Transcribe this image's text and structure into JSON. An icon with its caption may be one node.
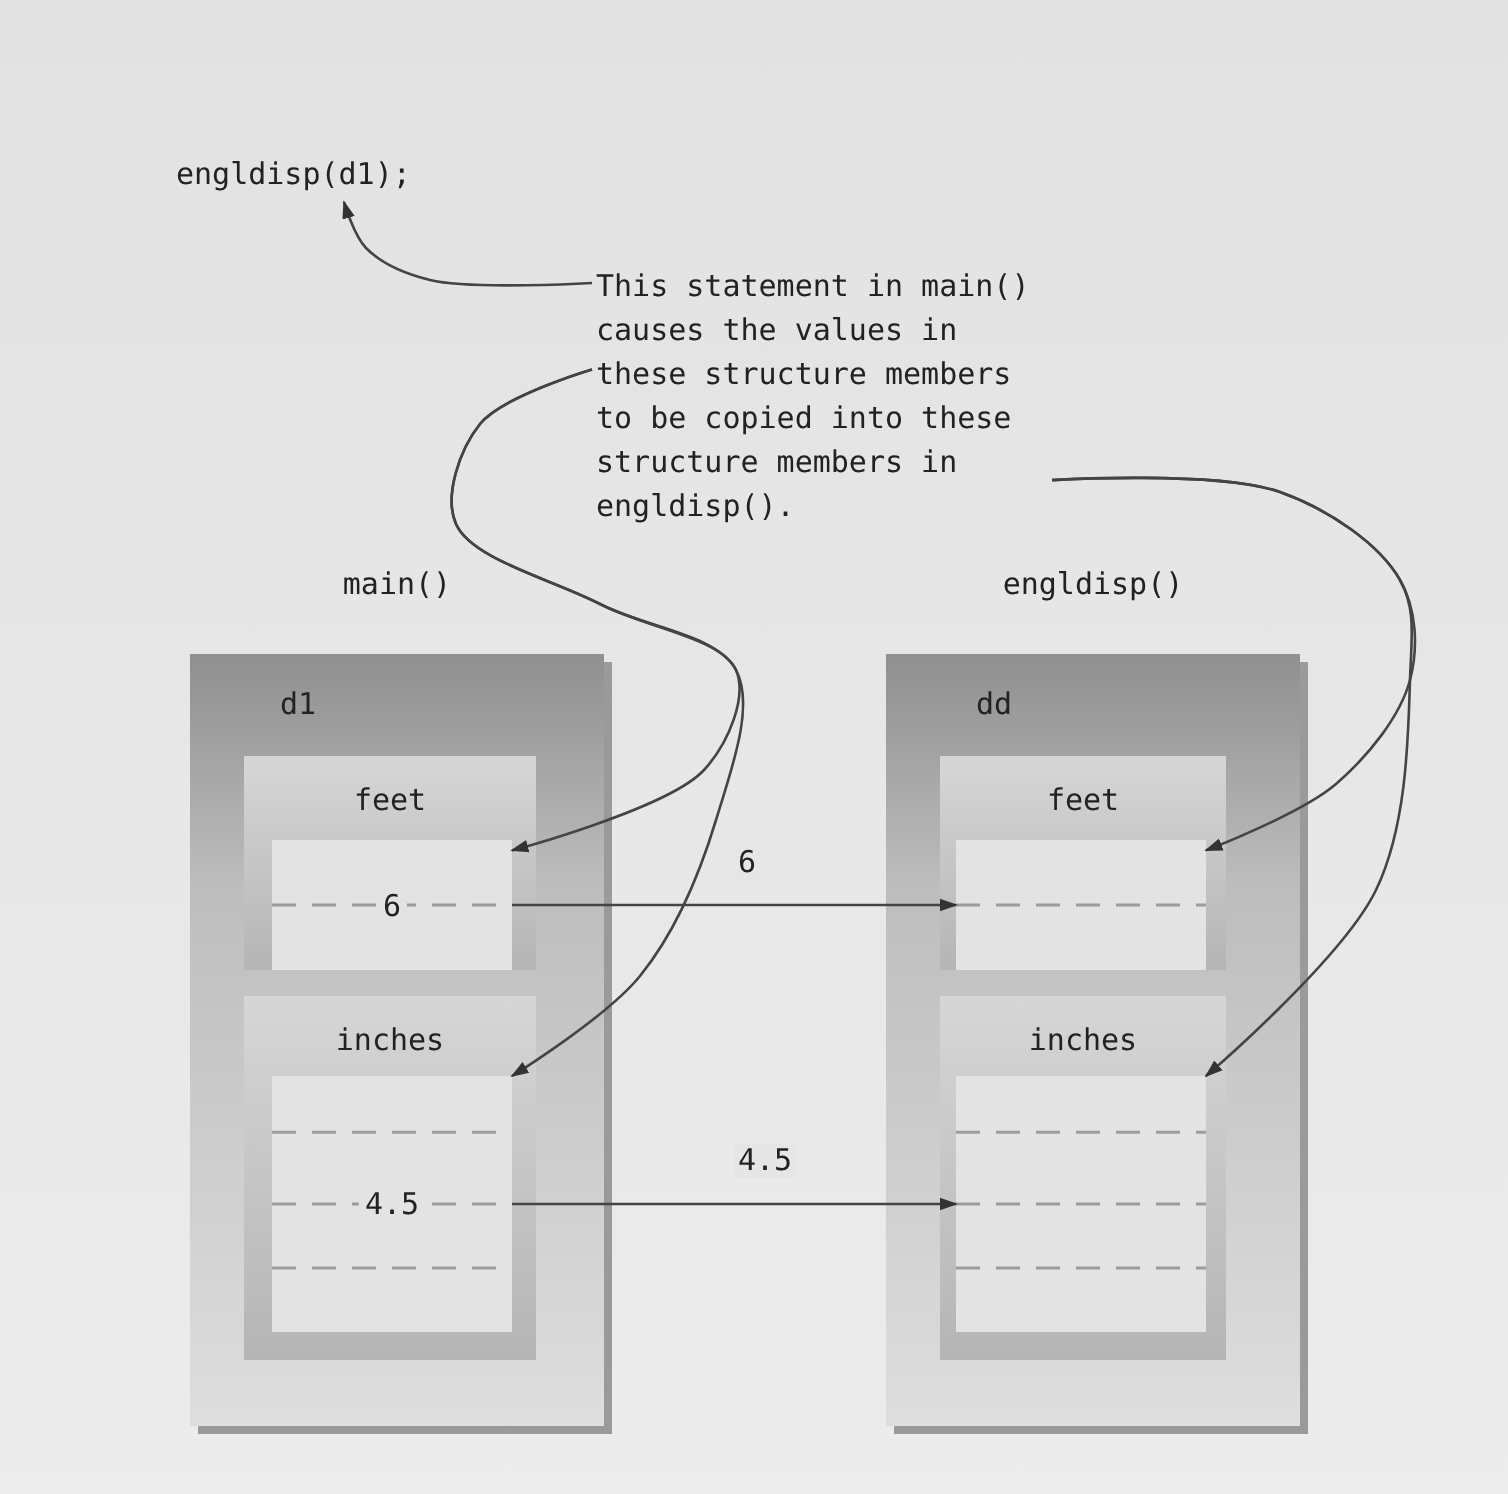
{
  "diagram": {
    "nodes": [
      {
        "text": [
          "engldisp(d1);"
        ]
      },
      {
        "text": [
          "This statement in main() causes the values in these structure members to be copied into these structure members in engldisp()."
        ]
      },
      {
        "text": [
          "main()",
          "d1"
        ]
      },
      {
        "text": [
          "feet"
        ],
        "in": 2
      },
      {
        "text": [
          "6"
        ],
        "in": 3
      },
      {
        "text": [
          "inches"
        ],
        "in": 2
      },
      {
        "text": [
          "4.5"
        ],
        "in": 5
      },
      {
        "text": [
          "engldisp()",
          "dd"
        ]
      },
      {
        "text": [
          "feet"
        ],
        "in": 7
      },
      {
        "text": [],
        "shape": "box",
        "in": 8
      },
      {
        "text": [
          "inches"
        ],
        "in": 7
      },
      {
        "text": [],
        "shape": "box",
        "in": 10
      }
    ],
    "edges": [
      {
        "from": 1,
        "to": 0,
        "arrow": "to"
      },
      {
        "from": 1,
        "to": 4,
        "arrow": "to"
      },
      {
        "from": 1,
        "to": 6,
        "arrow": "to"
      },
      {
        "from": 1,
        "to": 9,
        "arrow": "to"
      },
      {
        "from": 1,
        "to": 11,
        "arrow": "to"
      },
      {
        "from": 4,
        "to": 9,
        "label": "6",
        "arrow": "to"
      },
      {
        "from": 6,
        "to": 11,
        "label": "4.5",
        "arrow": "to"
      }
    ]
  }
}
